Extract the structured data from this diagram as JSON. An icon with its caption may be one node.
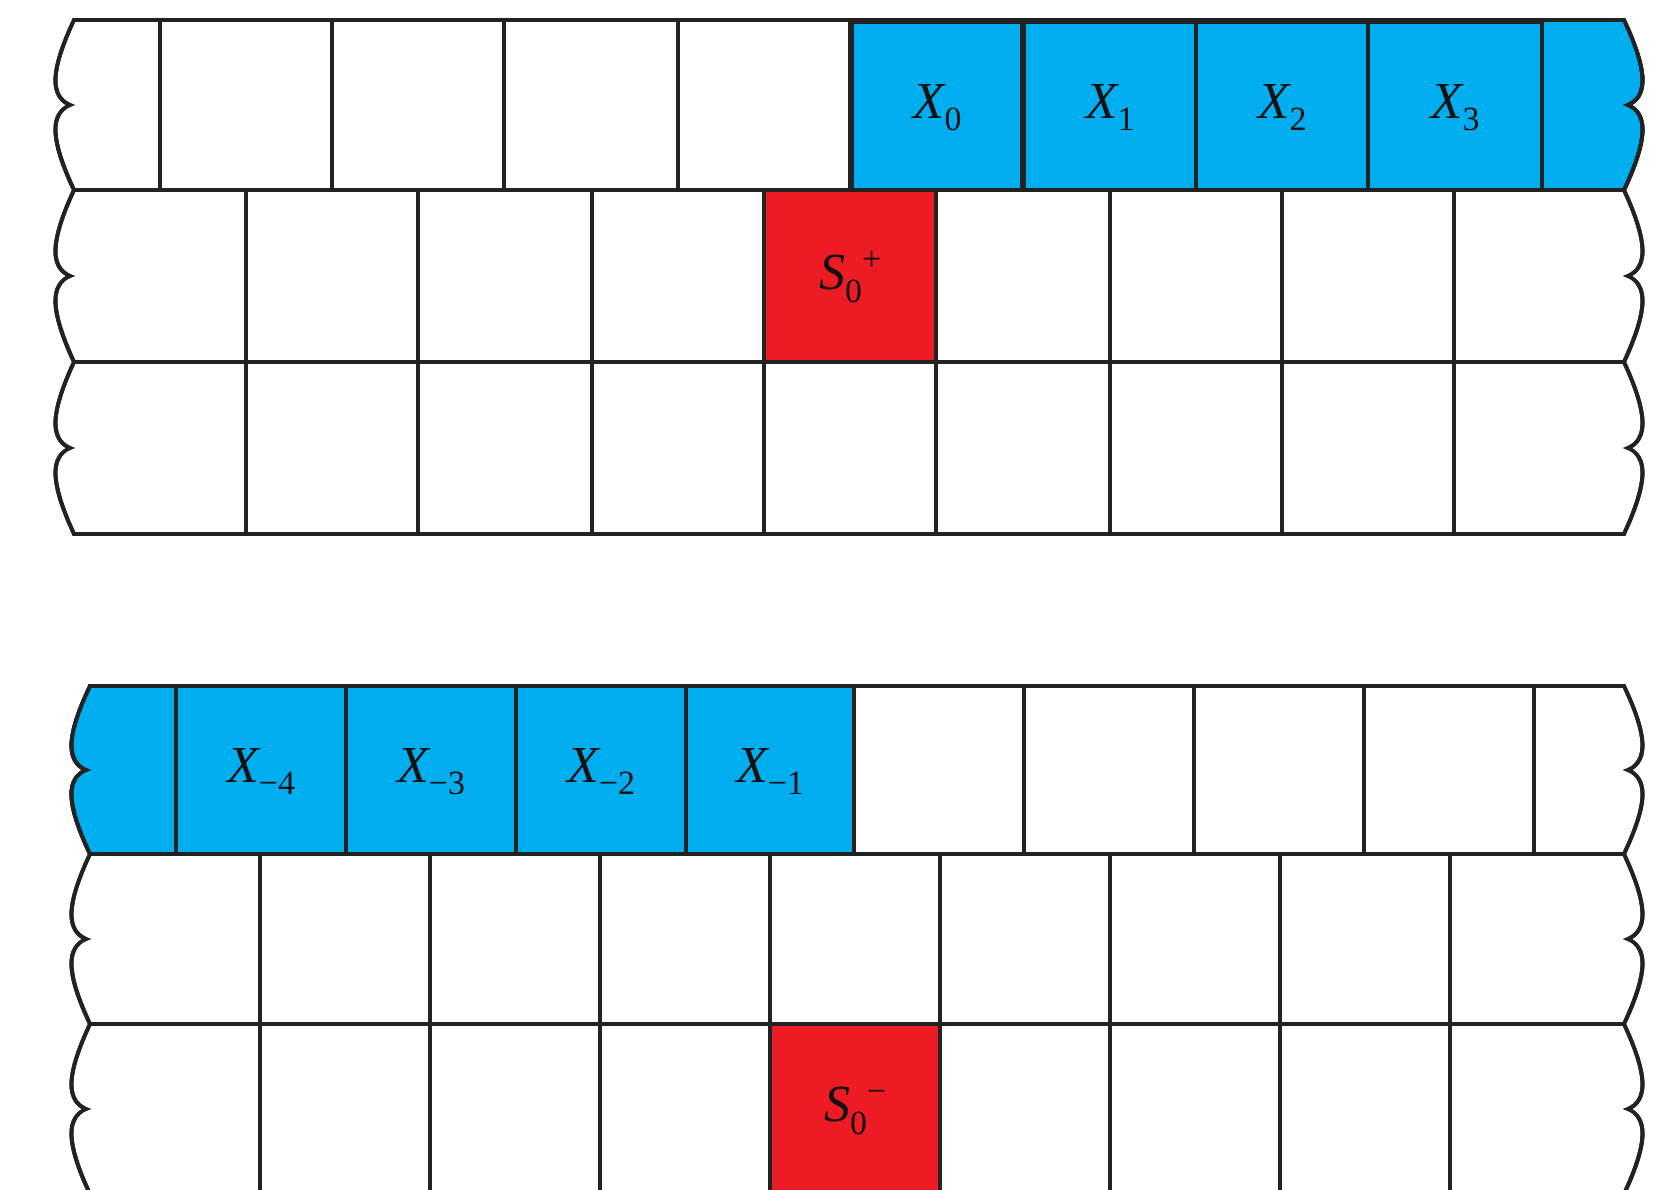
{
  "diagram": {
    "nodes": [
      {
        "text": [
          "X$_{0}$"
        ]
      },
      {
        "text": [
          "X$_{1}$"
        ]
      },
      {
        "text": [
          "X$_{2}$"
        ]
      },
      {
        "text": [
          "X$_{3}$"
        ]
      },
      {
        "text": [
          "S$_{0}$$^{+}$"
        ]
      },
      {
        "text": [
          "X$_{−4}$"
        ]
      },
      {
        "text": [
          "X$_{−3}$"
        ]
      },
      {
        "text": [
          "X$_{−2}$"
        ]
      },
      {
        "text": [
          "X$_{−1}$"
        ]
      },
      {
        "text": [
          "S$_{0}$$^{−}$"
        ]
      }
    ],
    "edges": []
  }
}
